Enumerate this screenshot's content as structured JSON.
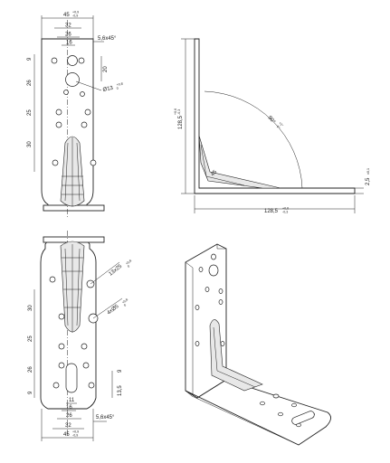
{
  "views": {
    "top_front": {
      "width": "45",
      "width_tol_upper": "+0,9",
      "width_tol_lower": "-0,9",
      "dim_32": "32",
      "dim_26": "26",
      "dim_16": "16",
      "chamfer": "5,6x45°",
      "dim_9": "9",
      "dim_20": "20",
      "dim_26v": "26",
      "dim_25v": "25",
      "dim_30v": "30",
      "hole_dia": "Ø13",
      "hole_tol_upper": "+0,8",
      "hole_tol_lower": "0"
    },
    "side": {
      "height": "128,5",
      "height_tol_upper": "+0,6",
      "height_tol_lower": "-0,3",
      "length": "128,5",
      "length_tol_upper": "+0,6",
      "length_tol_lower": "-0,3",
      "angle": "90°",
      "angle_tol_upper": "+1°",
      "angle_tol_lower": "-1°",
      "thickness": "2,5",
      "thickness_tol_upper": "±0,1",
      "rib_angle": "45"
    },
    "bottom_front": {
      "slot_label": "13x25",
      "slot_tol_upper": "+0,8",
      "slot_tol_lower": "0",
      "hole_label": "4xØ5",
      "hole_tol_upper": "+0,8",
      "hole_tol_lower": "0",
      "dim_30v": "30",
      "dim_25v": "25",
      "dim_26v": "26",
      "dim_9v": "9",
      "dim_13_5": "13,5",
      "dim_11": "11",
      "dim_16": "16",
      "dim_26": "26",
      "dim_32": "32",
      "chamfer": "5,6x45°",
      "width": "45",
      "width_tol_upper": "+0,9",
      "width_tol_lower": "-0,9"
    }
  }
}
